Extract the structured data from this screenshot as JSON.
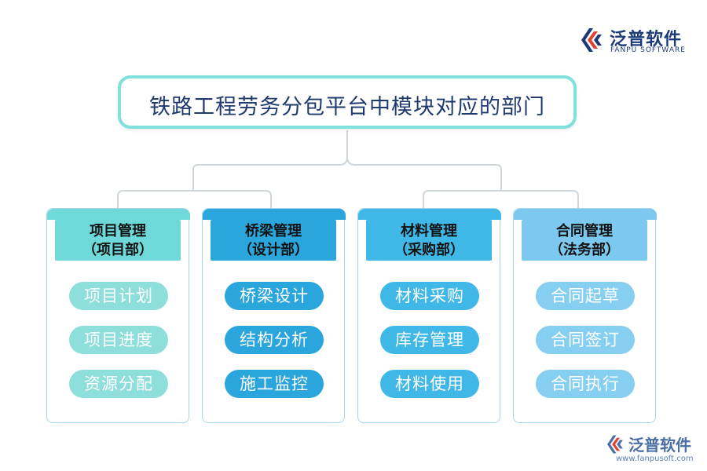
{
  "brand": {
    "name": "泛普软件",
    "sub": "FANPU SOFTWARE",
    "url": "www.fanpusoft.com"
  },
  "title": "铁路工程劳务分包平台中模块对应的部门",
  "columns": [
    {
      "name_line1": "项目管理",
      "name_line2": "（项目部）",
      "items": [
        "项目计划",
        "项目进度",
        "资源分配"
      ]
    },
    {
      "name_line1": "桥梁管理",
      "name_line2": "（设计部）",
      "items": [
        "桥梁设计",
        "结构分析",
        "施工监控"
      ]
    },
    {
      "name_line1": "材料管理",
      "name_line2": "（采购部）",
      "items": [
        "材料采购",
        "库存管理",
        "材料使用"
      ]
    },
    {
      "name_line1": "合同管理",
      "name_line2": "（法务部）",
      "items": [
        "合同起草",
        "合同签订",
        "合同执行"
      ]
    }
  ],
  "colors": {
    "title_border": "#7fe0dc",
    "title_text": "#1f3a6e",
    "connector": "#cfd6dc",
    "brand": "#1d3a78"
  }
}
